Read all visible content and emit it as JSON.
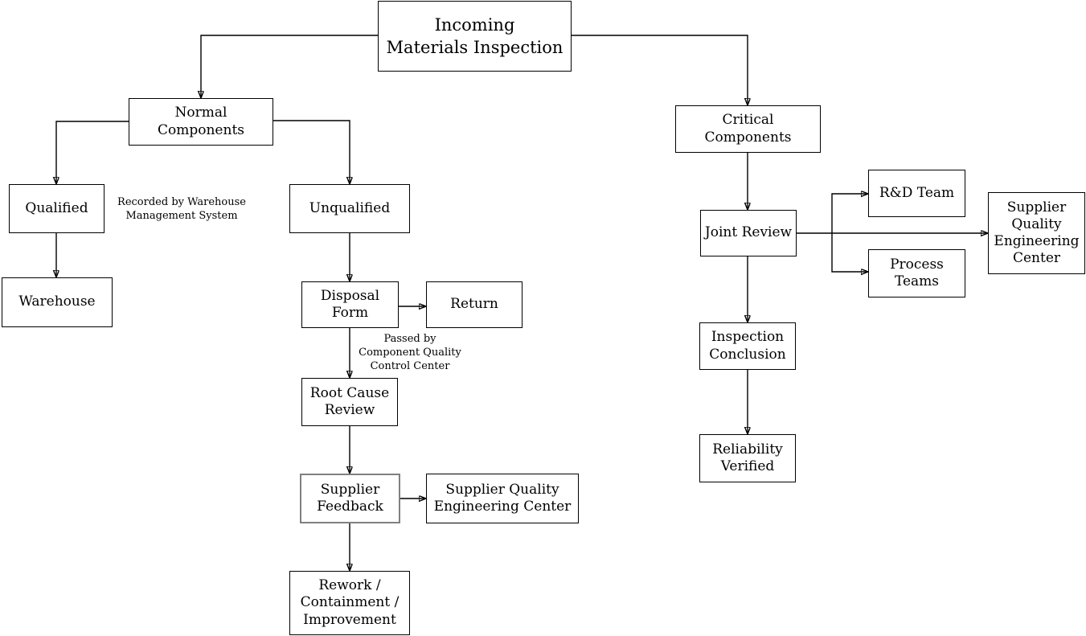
{
  "nodes": {
    "incoming": {
      "label": "Incoming\nMaterials Inspection"
    },
    "normal": {
      "label": "Normal Components"
    },
    "critical": {
      "label": "Critical Components"
    },
    "qualified": {
      "label": "Qualified"
    },
    "unqualified": {
      "label": "Unqualified"
    },
    "warehouse": {
      "label": "Warehouse"
    },
    "disposal_form": {
      "label": "Disposal\nForm"
    },
    "return": {
      "label": "Return"
    },
    "root_cause": {
      "label": "Root Cause\nReview"
    },
    "supplier_feedback": {
      "label": "Supplier\nFeedback"
    },
    "sqec_left": {
      "label": "Supplier Quality\nEngineering Center"
    },
    "rework": {
      "label": "Rework /\nContainment /\nImprovement"
    },
    "joint_review": {
      "label": "Joint Review"
    },
    "rd_team": {
      "label": "R&D Team"
    },
    "process_teams": {
      "label": "Process\nTeams"
    },
    "sqec_right": {
      "label": "Supplier\nQuality\nEngineering\nCenter"
    },
    "inspection_conclusion": {
      "label": "Inspection\nConclusion"
    },
    "reliability_verified": {
      "label": "Reliability\nVerified"
    }
  },
  "annotations": {
    "recorded_by": "Recorded by Warehouse\nManagement System",
    "passed_by": "Passed by\nComponent Quality\nControl Center"
  },
  "edges": [
    {
      "from": "Incoming Materials Inspection",
      "to": "Normal Components"
    },
    {
      "from": "Incoming Materials Inspection",
      "to": "Critical Components"
    },
    {
      "from": "Normal Components",
      "to": "Qualified"
    },
    {
      "from": "Normal Components",
      "to": "Unqualified"
    },
    {
      "from": "Qualified",
      "to": "Warehouse"
    },
    {
      "from": "Unqualified",
      "to": "Disposal Form"
    },
    {
      "from": "Disposal Form",
      "to": "Return"
    },
    {
      "from": "Disposal Form",
      "to": "Root Cause Review"
    },
    {
      "from": "Root Cause Review",
      "to": "Supplier Feedback"
    },
    {
      "from": "Supplier Feedback",
      "to": "Supplier Quality Engineering Center"
    },
    {
      "from": "Supplier Feedback",
      "to": "Rework / Containment / Improvement"
    },
    {
      "from": "Critical Components",
      "to": "Joint Review"
    },
    {
      "from": "Joint Review",
      "to": "R&D Team"
    },
    {
      "from": "Joint Review",
      "to": "Process Teams"
    },
    {
      "from": "Joint Review",
      "to": "Supplier Quality Engineering Center"
    },
    {
      "from": "Joint Review",
      "to": "Inspection Conclusion"
    },
    {
      "from": "Inspection Conclusion",
      "to": "Reliability Verified"
    }
  ],
  "colors": {
    "line": "#000000",
    "border": "#000000",
    "supplier_feedback_border": "#808080",
    "background": "#ffffff",
    "text": "#000000"
  }
}
